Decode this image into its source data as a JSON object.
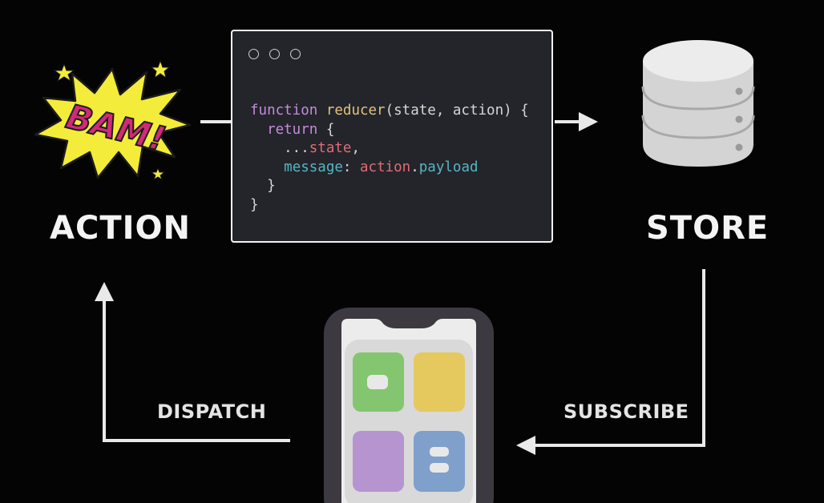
{
  "labels": {
    "action": "ACTION",
    "store": "STORE",
    "dispatch": "DISPATCH",
    "subscribe": "SUBSCRIBE"
  },
  "comic_burst": {
    "text": "BAM!",
    "fill": "#f4ec3a",
    "text_color": "#d12a77"
  },
  "code_lines": [
    [
      {
        "t": "function",
        "c": "kw"
      },
      {
        "t": " ",
        "c": ""
      },
      {
        "t": "reducer",
        "c": "fn"
      },
      {
        "t": "(state, action) {",
        "c": ""
      }
    ],
    [
      {
        "t": "  ",
        "c": ""
      },
      {
        "t": "return",
        "c": "kw"
      },
      {
        "t": " {",
        "c": ""
      }
    ],
    [
      {
        "t": "    ...",
        "c": ""
      },
      {
        "t": "state",
        "c": "ref"
      },
      {
        "t": ",",
        "c": ""
      }
    ],
    [
      {
        "t": "    ",
        "c": ""
      },
      {
        "t": "message",
        "c": "prop"
      },
      {
        "t": ": ",
        "c": ""
      },
      {
        "t": "action",
        "c": "ref"
      },
      {
        "t": ".",
        "c": ""
      },
      {
        "t": "payload",
        "c": "prop"
      }
    ],
    [
      {
        "t": "  }",
        "c": ""
      }
    ],
    [
      {
        "t": "}",
        "c": ""
      }
    ]
  ],
  "colors": {
    "background": "#040404",
    "arrow": "#e9e9e9",
    "code_bg": "#23252b",
    "database": "#d9d9d9",
    "phone_frame": "#3c3941",
    "tile_green": "#84c66f",
    "tile_yellow": "#e5c95e",
    "tile_purple": "#b594cf",
    "tile_blue": "#7ea0cb"
  },
  "icons": {
    "action": "comic-bam-burst-icon",
    "store": "database-icon",
    "app": "smartphone-app-icon"
  }
}
